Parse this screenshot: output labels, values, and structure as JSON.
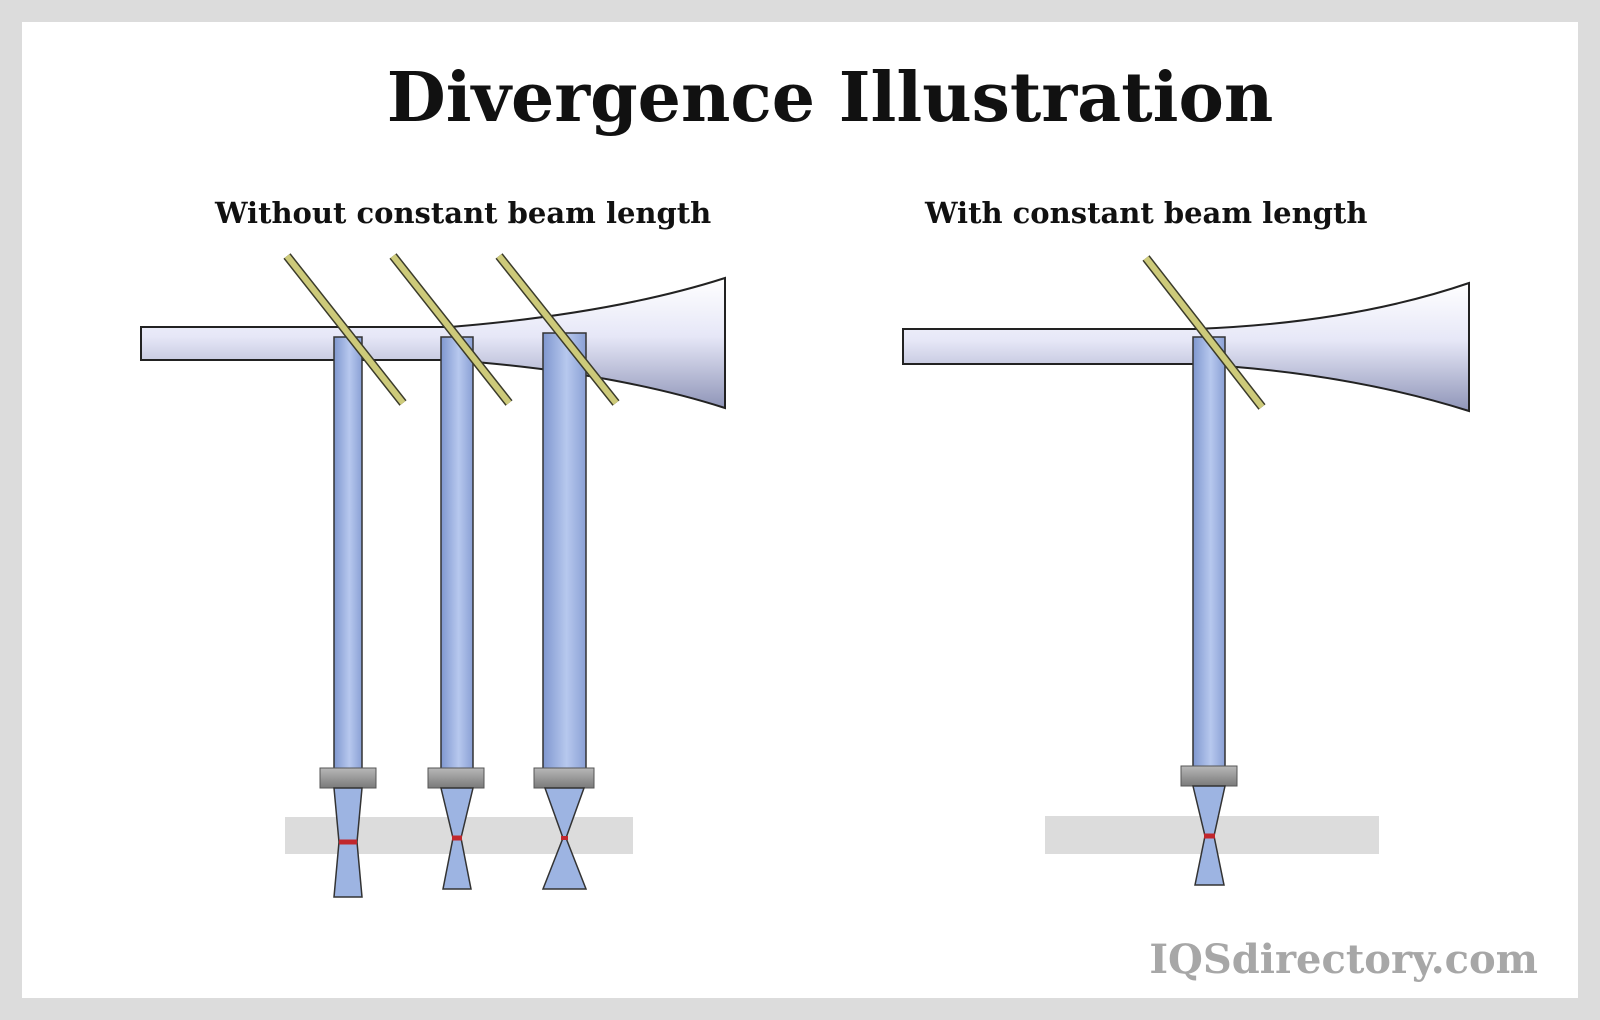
{
  "title": "Divergence Illustration",
  "diagrams": [
    {
      "label": "Without constant beam length",
      "heads": 3
    },
    {
      "label": "With constant beam length",
      "heads": 1
    }
  ],
  "watermark": "IQSdirectory.com",
  "colors": {
    "background": "#dcdcdc",
    "panel": "#ffffff",
    "beam": "#9db4e2",
    "beam_light": "#dfe0f5",
    "mirror": "#cdca7a",
    "lens": "#9a9a9a",
    "focus": "#c1272d",
    "workpiece": "#dcdcdc"
  }
}
